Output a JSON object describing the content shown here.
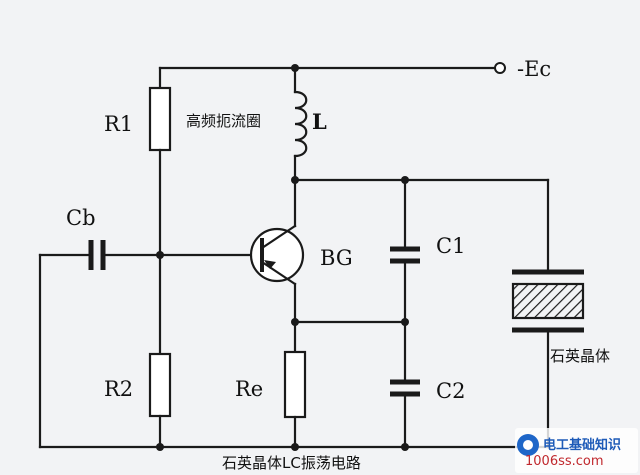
{
  "labels": {
    "supply": "-Ec",
    "r1": "R1",
    "r2": "R2",
    "cb": "Cb",
    "re": "Re",
    "bg": "BG",
    "c1": "C1",
    "c2": "C2",
    "inductor": "L",
    "choke": "高频扼流圈",
    "crystal": "石英晶体",
    "caption": "石英晶体LC振荡电路"
  },
  "watermark": {
    "name": "电工基础知识",
    "url": "1006ss.com"
  }
}
